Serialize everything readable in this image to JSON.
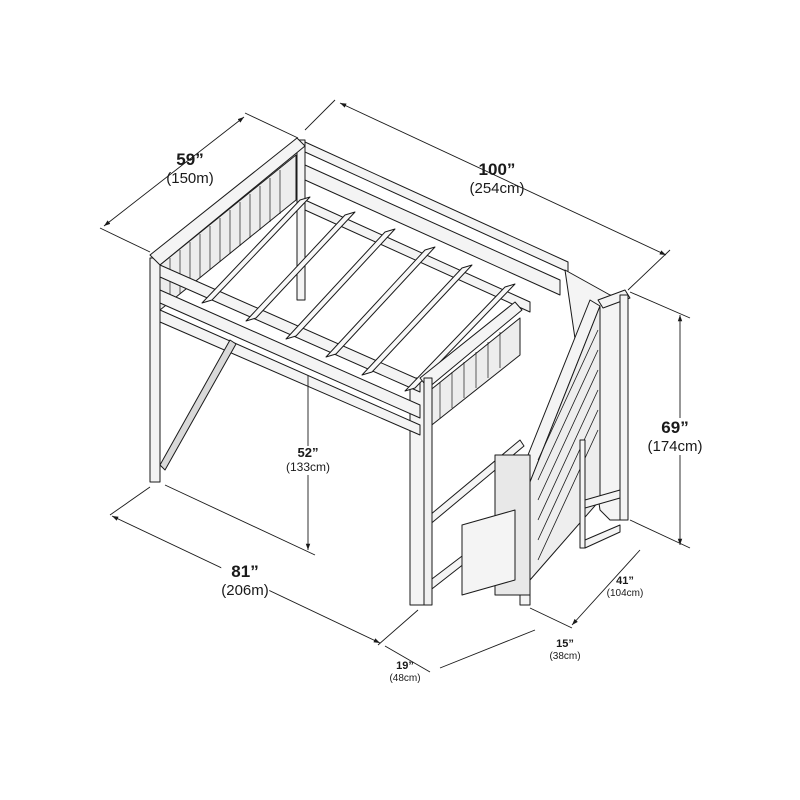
{
  "diagram": {
    "subject": "Full-size loft bed with staircase — dimension drawing",
    "colors": {
      "line": "#1a1a1a",
      "fill": "#f4f4f4",
      "shade": "#bdbdbd",
      "background": "#ffffff"
    },
    "dimensions": {
      "width": {
        "inches": "59”",
        "metric": "(150m)"
      },
      "length": {
        "inches": "100”",
        "metric": "(254cm)"
      },
      "height": {
        "inches": "69”",
        "metric": "(174cm)"
      },
      "clearance": {
        "inches": "52”",
        "metric": "(133cm)"
      },
      "bed_length": {
        "inches": "81”",
        "metric": "(206m)"
      },
      "stair_depth": {
        "inches": "41”",
        "metric": "(104cm)"
      },
      "stair_width": {
        "inches": "15”",
        "metric": "(38cm)"
      },
      "stair_offset": {
        "inches": "19”",
        "metric": "(48cm)"
      }
    }
  }
}
